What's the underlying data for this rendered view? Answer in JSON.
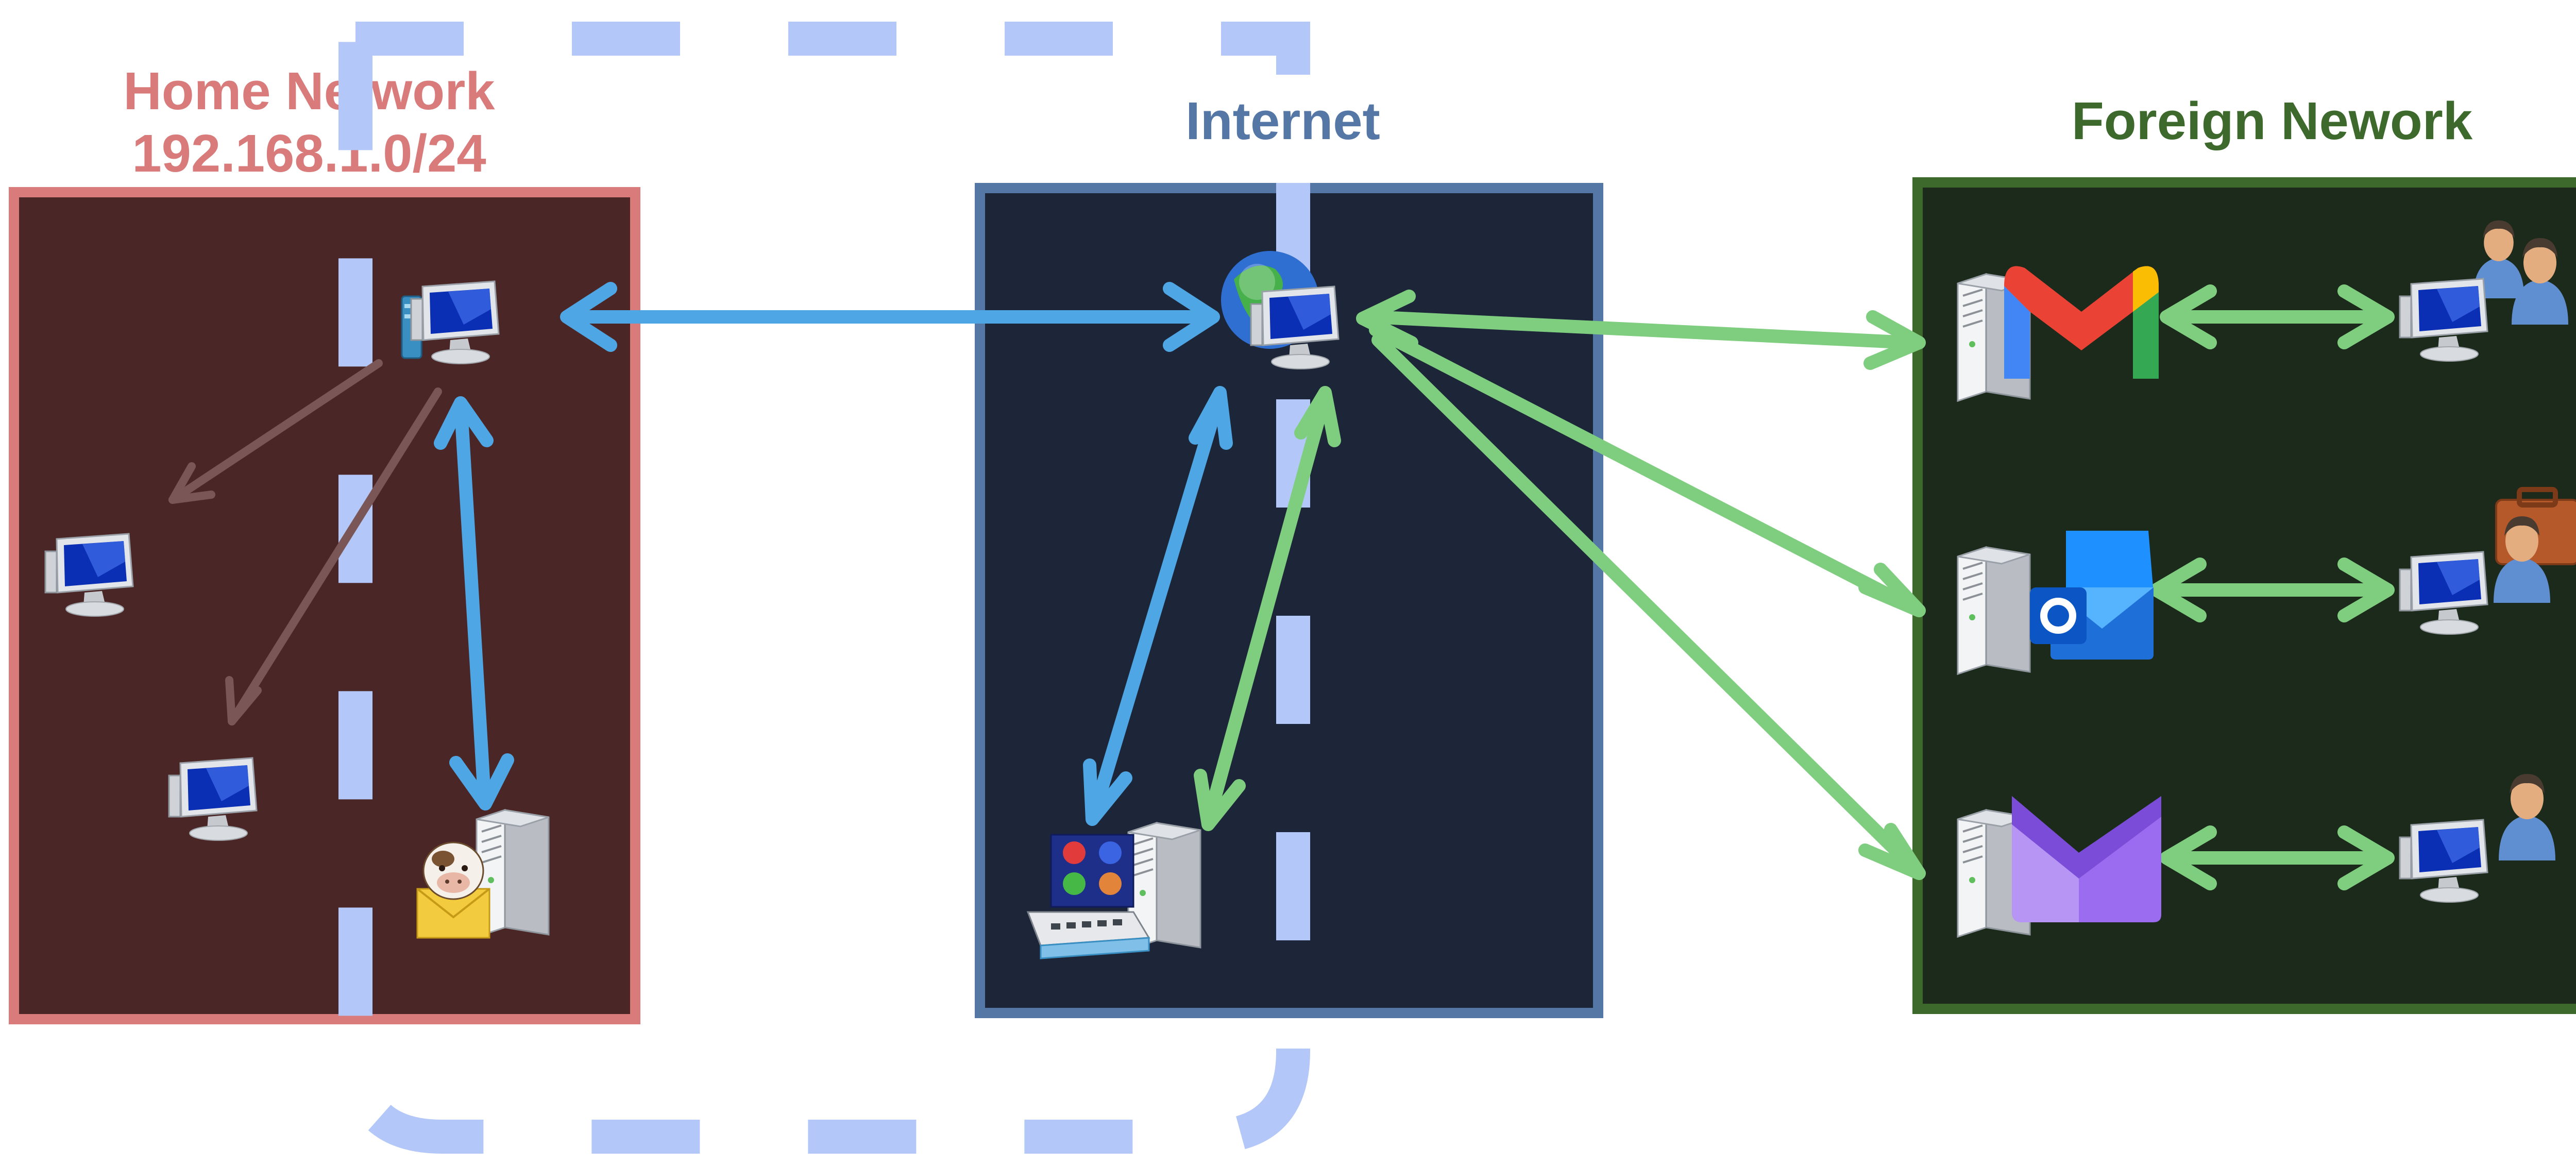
{
  "zones": {
    "home": {
      "title_line1": "Home Network",
      "title_line2": "192.168.1.0/24",
      "fill": "#4b2626",
      "border": "#d97b7b",
      "title_color": "#d97b7b"
    },
    "internet": {
      "title": "Internet",
      "fill": "#1d2639",
      "border": "#5577a6",
      "title_color": "#5577a6"
    },
    "foreign": {
      "title": "Foreign Nework",
      "fill": "#1c2a1c",
      "border": "#3d6a2c",
      "title_color": "#3d6a2c"
    }
  },
  "tunnel": {
    "color": "#b3c8f8"
  },
  "arrows": {
    "blue": "#4ea6e4",
    "green": "#7fce7f",
    "faded": "#7a5656"
  },
  "icons": {
    "home_gateway": "workstation-with-router-icon",
    "home_pc_left": "desktop-computer-icon",
    "home_pc_bottom": "desktop-computer-icon",
    "home_mail_server": "mail-server-cow-icon",
    "internet_gateway": "globe-computer-icon",
    "internet_relay": "router-and-server-icon",
    "gmail_server": "gmail-server-icon",
    "outlook_server": "outlook-server-icon",
    "proton_server": "proton-mail-server-icon",
    "user_1": "users-workstation-icon",
    "user_2": "businessman-workstation-icon",
    "user_3": "user-workstation-icon"
  }
}
